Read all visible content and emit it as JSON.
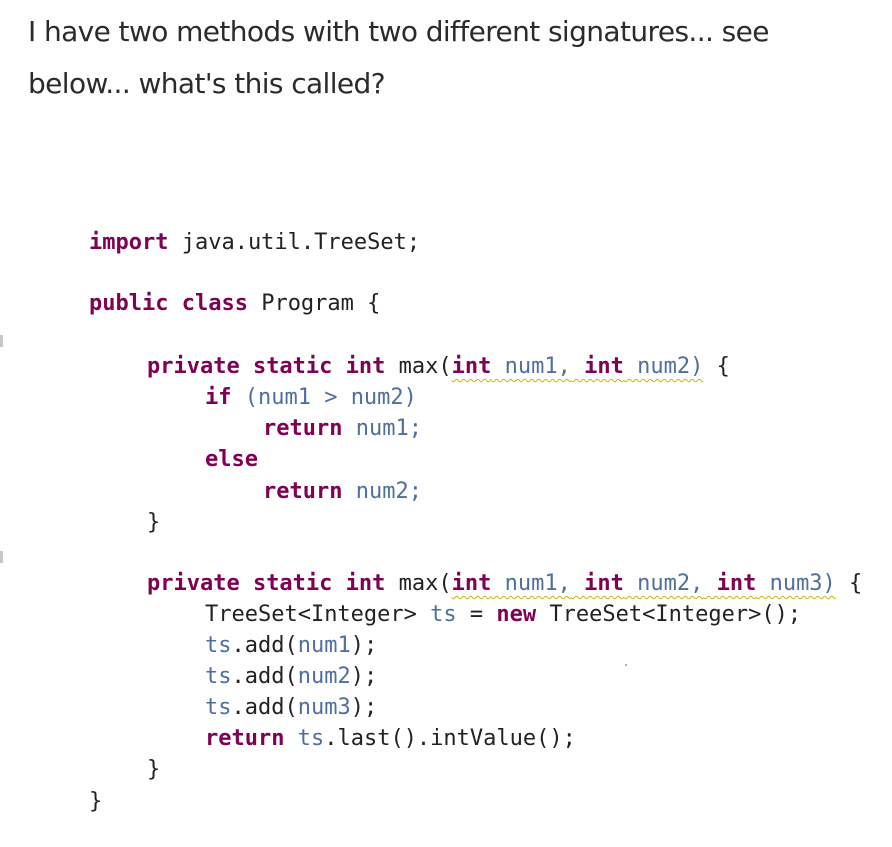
{
  "question": {
    "line1": "I have two methods with two different signatures... see",
    "line2": "below... what's this called?"
  },
  "code": {
    "l1_kw": "import",
    "l1_rest": " java.util.TreeSet;",
    "l2_kw1": "public",
    "l2_kw2": "class",
    "l2_rest": " Program {",
    "l3_kw": "private static int",
    "l3_name": " max(",
    "l3_t1": "int",
    "l3_p1": " num1,",
    "l3_t2": " int",
    "l3_p2": " num2)",
    "l3_end": " {",
    "l4_kw": "if",
    "l4_rest": " (num1 > num2)",
    "l5_kw": "return",
    "l5_rest": " num1;",
    "l6_kw": "else",
    "l7_kw": "return",
    "l7_rest": " num2;",
    "l8": "}",
    "l9_kw": "private static int",
    "l9_name": " max(",
    "l9_t1": "int",
    "l9_p1": " num1,",
    "l9_t2": " int",
    "l9_p2": " num2,",
    "l9_t3": " int",
    "l9_p3": " num3)",
    "l9_end": " {",
    "l10_a": "TreeSet<Integer>",
    "l10_b": " ts",
    "l10_c": " = ",
    "l10_kw": "new",
    "l10_d": " TreeSet<Integer>();",
    "l11_a": "ts",
    "l11_b": ".add(",
    "l11_c": "num1",
    "l11_d": ");",
    "l12_a": "ts",
    "l12_b": ".add(",
    "l12_c": "num2",
    "l12_d": ");",
    "l13_a": "ts",
    "l13_b": ".add(",
    "l13_c": "num3",
    "l13_d": ");",
    "l14_kw": "return",
    "l14_a": " ts",
    "l14_b": ".last().intValue();",
    "l15": "}",
    "l16": "}"
  }
}
